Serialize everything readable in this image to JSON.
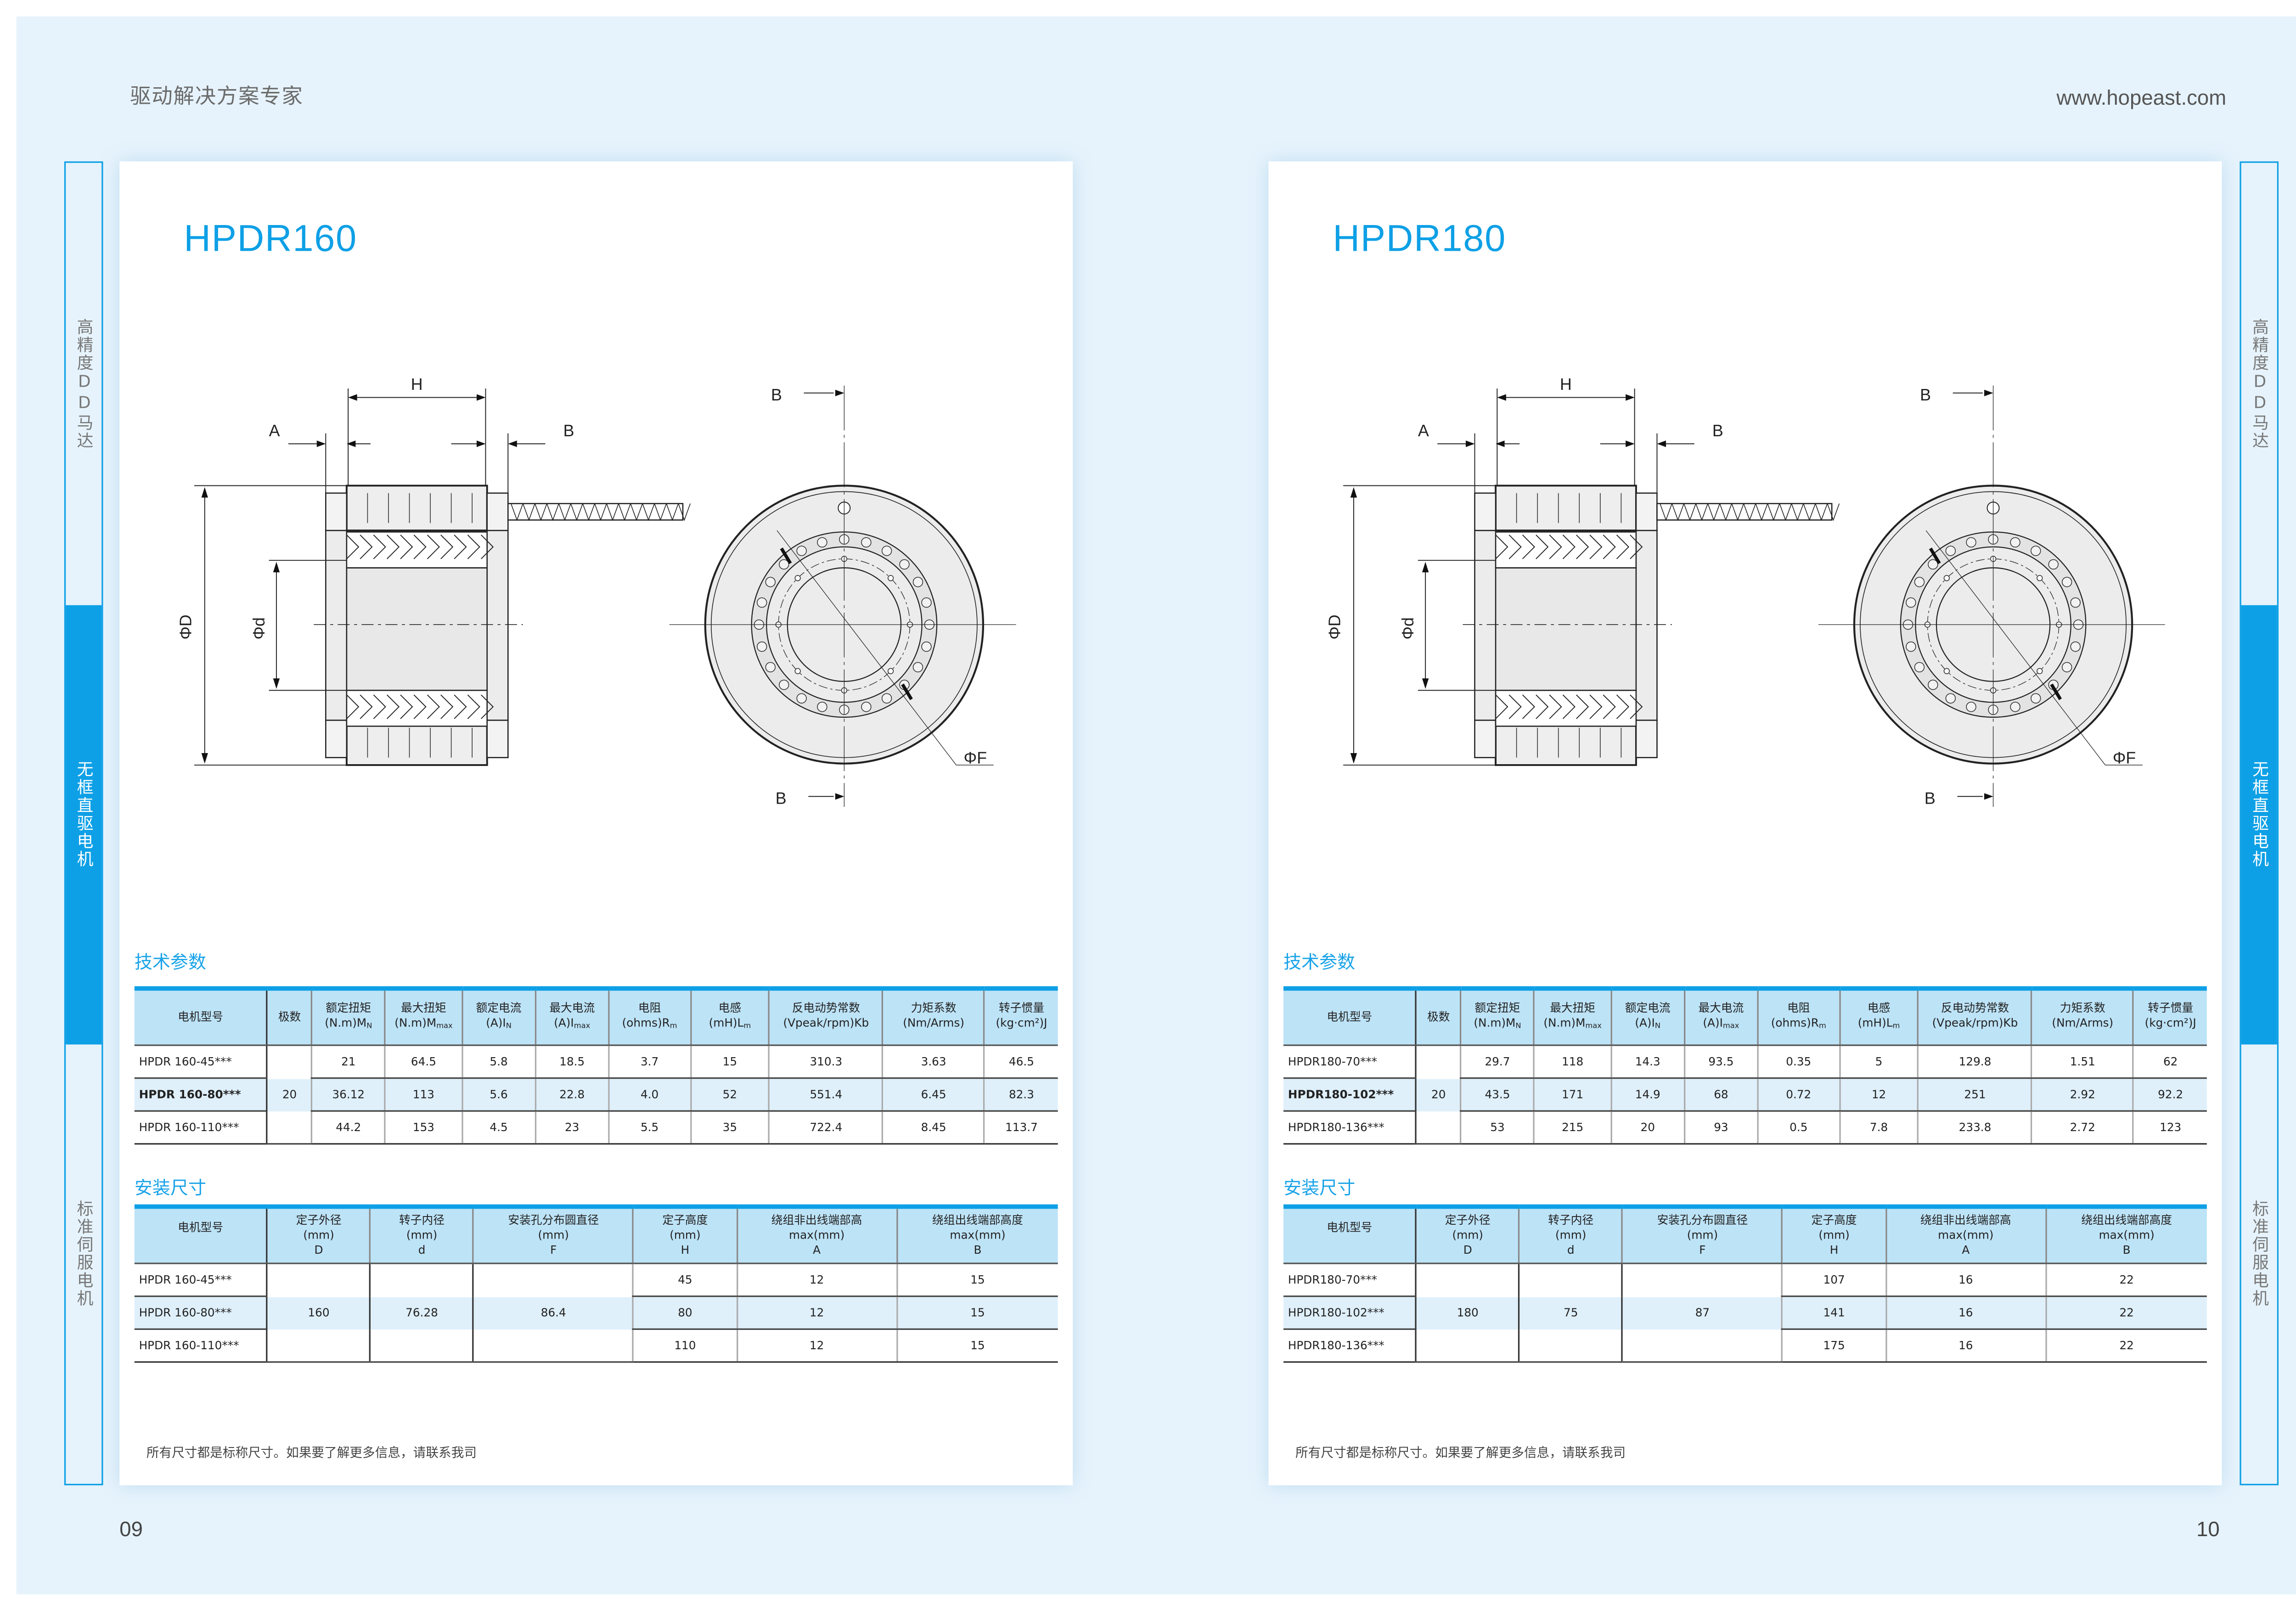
{
  "header": {
    "slogan": "驱动解决方案专家",
    "website": "www.hopeast.com"
  },
  "side_tabs": [
    "高精度DD马达",
    "无框直驱电机",
    "标准伺服电机"
  ],
  "drawing_labels": {
    "A": "A",
    "B": "B",
    "H": "H",
    "D": "ΦD",
    "d": "Φd",
    "F": "ΦF"
  },
  "colors": {
    "accent": "#0ea0e6",
    "header_bg": "#bde3f7",
    "row_alt": "#dff0fb",
    "page_bg": "#e6f3fc"
  },
  "spec_headers": [
    {
      "cn": "电机型号",
      "unit": "",
      "sub": ""
    },
    {
      "cn": "极数",
      "unit": "",
      "sub": ""
    },
    {
      "cn": "额定扭矩",
      "unit": "(N.m)M",
      "sub": "N"
    },
    {
      "cn": "最大扭矩",
      "unit": "(N.m)M",
      "sub": "max"
    },
    {
      "cn": "额定电流",
      "unit": "(A)I",
      "sub": "N"
    },
    {
      "cn": "最大电流",
      "unit": "(A)I",
      "sub": "max"
    },
    {
      "cn": "电阻",
      "unit": "(ohms)R",
      "sub": "m"
    },
    {
      "cn": "电感",
      "unit": "(mH)L",
      "sub": "m"
    },
    {
      "cn": "反电动势常数",
      "unit": "(Vpeak/rpm)Kb",
      "sub": ""
    },
    {
      "cn": "力矩系数",
      "unit": "(Nm/Arms)",
      "sub": ""
    },
    {
      "cn": "转子惯量",
      "unit": "(kg·cm²)J",
      "sub": ""
    }
  ],
  "inst_headers": [
    {
      "cn": "电机型号",
      "unit": "",
      "sym": ""
    },
    {
      "cn": "定子外径",
      "unit": "(mm)",
      "sym": "D"
    },
    {
      "cn": "转子内径",
      "unit": "(mm)",
      "sym": "d"
    },
    {
      "cn": "安装孔分布圆直径",
      "unit": "(mm)",
      "sym": "F"
    },
    {
      "cn": "定子高度",
      "unit": "(mm)",
      "sym": "H"
    },
    {
      "cn": "绕组非出线端部高",
      "unit": "max(mm)",
      "sym": "A"
    },
    {
      "cn": "绕组出线端部高度",
      "unit": "max(mm)",
      "sym": "B"
    }
  ],
  "pages": [
    {
      "title": "HPDR160",
      "spec_section": "技术参数",
      "install_section": "安装尺寸",
      "poles": "20",
      "spec_rows": [
        {
          "model": "HPDR 160-45***",
          "vals": [
            "21",
            "64.5",
            "5.8",
            "18.5",
            "3.7",
            "15",
            "310.3",
            "3.63",
            "46.5"
          ]
        },
        {
          "model": "HPDR 160-80***",
          "vals": [
            "36.12",
            "113",
            "5.6",
            "22.8",
            "4.0",
            "52",
            "551.4",
            "6.45",
            "82.3"
          ]
        },
        {
          "model": "HPDR 160-110***",
          "vals": [
            "44.2",
            "153",
            "4.5",
            "23",
            "5.5",
            "35",
            "722.4",
            "8.45",
            "113.7"
          ]
        }
      ],
      "install_shared": {
        "D": "160",
        "d": "76.28",
        "F": "86.4"
      },
      "install_rows": [
        {
          "model": "HPDR 160-45***",
          "H": "45",
          "A": "12",
          "B": "15"
        },
        {
          "model": "HPDR 160-80***",
          "H": "80",
          "A": "12",
          "B": "15"
        },
        {
          "model": "HPDR 160-110***",
          "H": "110",
          "A": "12",
          "B": "15"
        }
      ],
      "note": "所有尺寸都是标称尺寸。如果要了解更多信息，请联系我司",
      "page_number": "09"
    },
    {
      "title": "HPDR180",
      "spec_section": "技术参数",
      "install_section": "安装尺寸",
      "poles": "20",
      "spec_rows": [
        {
          "model": "HPDR180-70***",
          "vals": [
            "29.7",
            "118",
            "14.3",
            "93.5",
            "0.35",
            "5",
            "129.8",
            "1.51",
            "62"
          ]
        },
        {
          "model": "HPDR180-102***",
          "vals": [
            "43.5",
            "171",
            "14.9",
            "68",
            "0.72",
            "12",
            "251",
            "2.92",
            "92.2"
          ]
        },
        {
          "model": "HPDR180-136***",
          "vals": [
            "53",
            "215",
            "20",
            "93",
            "0.5",
            "7.8",
            "233.8",
            "2.72",
            "123"
          ]
        }
      ],
      "install_shared": {
        "D": "180",
        "d": "75",
        "F": "87"
      },
      "install_rows": [
        {
          "model": "HPDR180-70***",
          "H": "107",
          "A": "16",
          "B": "22"
        },
        {
          "model": "HPDR180-102***",
          "H": "141",
          "A": "16",
          "B": "22"
        },
        {
          "model": "HPDR180-136***",
          "H": "175",
          "A": "16",
          "B": "22"
        }
      ],
      "note": "所有尺寸都是标称尺寸。如果要了解更多信息，请联系我司",
      "page_number": "10"
    }
  ]
}
